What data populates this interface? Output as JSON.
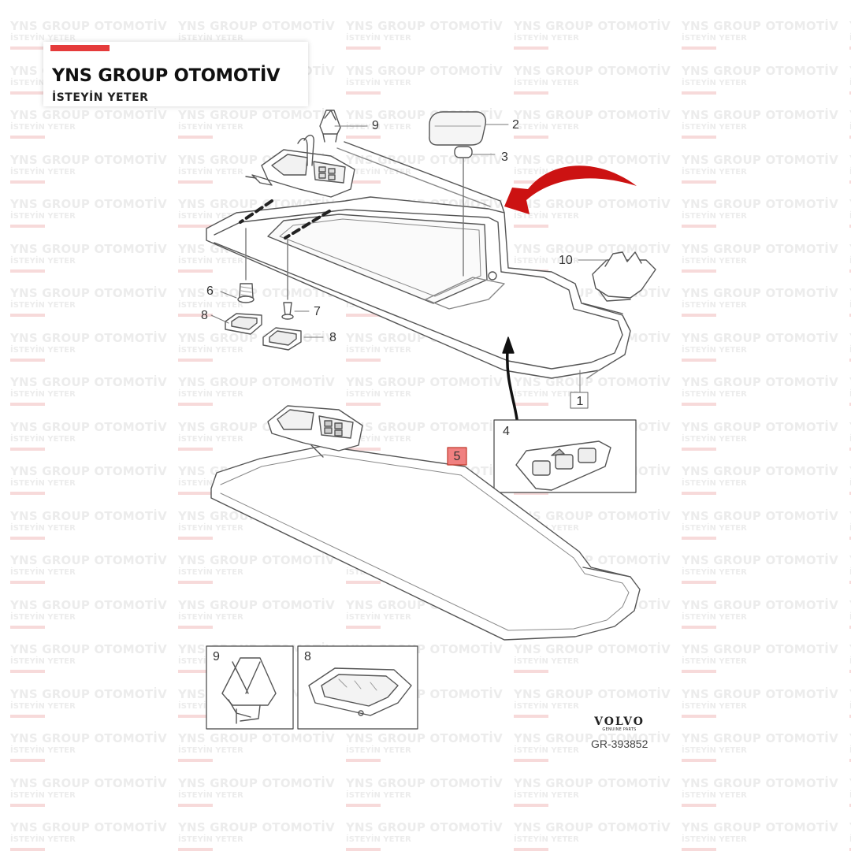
{
  "brand": {
    "title": "YNS GROUP OTOMOTİV",
    "subtitle": "İSTEYİN YETER",
    "accent": "#e53b3b"
  },
  "watermark": {
    "line1": "YNS GROUP OTOMOTİV",
    "line2": "İSTEYİN YETER"
  },
  "callouts": {
    "c1": "1",
    "c2": "2",
    "c3": "3",
    "c4": "4",
    "c5": "5",
    "c6": "6",
    "c7": "7",
    "c8a": "8",
    "c8b": "8",
    "c9": "9",
    "c10": "10",
    "inset9": "9",
    "inset8": "8"
  },
  "highlight_color": "#f08080",
  "logo": {
    "word": "VOLVO",
    "sub": "GENUINE PARTS"
  },
  "reference": "GR-393852"
}
